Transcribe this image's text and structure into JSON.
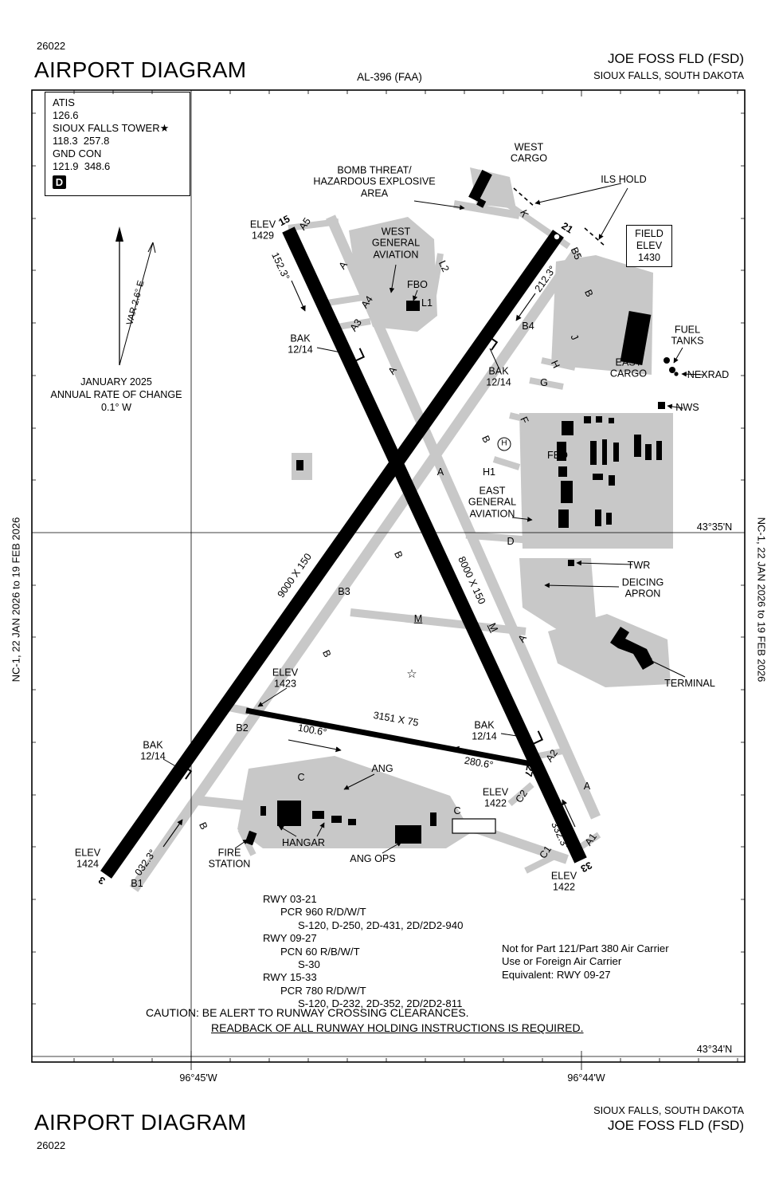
{
  "header": {
    "chart_number": "26022",
    "title": "AIRPORT DIAGRAM",
    "procedure_id": "AL-396 (FAA)",
    "airport_name": "JOE FOSS FLD (FSD)",
    "city": "SIOUX FALLS, SOUTH DAKOTA"
  },
  "footer": {
    "title": "AIRPORT DIAGRAM",
    "chart_number": "26022",
    "city": "SIOUX FALLS, SOUTH DAKOTA",
    "airport_name": "JOE FOSS FLD (FSD)"
  },
  "margins": {
    "left_edition": "NC-1,  22 JAN 2026  to  19 FEB 2026",
    "right_edition": "NC-1,  22 JAN 2026  to  19 FEB 2026"
  },
  "comm_box": {
    "atis_label": "ATIS",
    "atis_freq": "126.6",
    "tower_label": "SIOUX FALLS TOWER★",
    "tower_freqs": "118.3  257.8",
    "gnd_label": "GND CON",
    "gnd_freqs": "121.9  348.6",
    "atis_letter": "D"
  },
  "compass": {
    "variation": "VAR 2.6° E",
    "date": "JANUARY 2025",
    "rate_line1": "ANNUAL RATE OF CHANGE",
    "rate_line2": "0.1° W"
  },
  "field_elev_box": "FIELD\nELEV\n1430",
  "coordinates": {
    "lat_43_35": "43°35'N",
    "lat_43_34": "43°34'N",
    "lon_96_45": "96°45'W",
    "lon_96_44": "96°44'W"
  },
  "runways": {
    "rwy15": "15",
    "rwy33": "33",
    "rwy21": "21",
    "rwy3": "3",
    "rwy27": "27",
    "hdg_152": "152.3°",
    "hdg_332": "332.3°",
    "hdg_212": "212.3°",
    "hdg_032": "032.3°",
    "hdg_100": "100.6°",
    "hdg_280": "280.6°",
    "dim_9000": "9000 X 150",
    "dim_8000": "8000 X 150",
    "dim_3151": "3151 X 75",
    "elev_1429": "ELEV\n1429",
    "elev_1423": "ELEV\n1423",
    "elev_1424": "ELEV\n1424",
    "elev_1422": "ELEV\n1422"
  },
  "annotations": {
    "west_cargo": "WEST\nCARGO",
    "ils_hold": "ILS HOLD",
    "bomb_threat": "BOMB THREAT/\nHAZARDOUS EXPLOSIVE\nAREA",
    "west_ga": "WEST\nGENERAL\nAVIATION",
    "fbo": "FBO",
    "fuel_tanks": "FUEL\nTANKS",
    "east_cargo": "EAST\nCARGO",
    "nexrad": "NEXRAD",
    "nws": "NWS",
    "east_ga": "EAST\nGENERAL\nAVIATION",
    "twr": "TWR",
    "deicing": "DEICING\nAPRON",
    "terminal": "TERMINAL",
    "ang": "ANG",
    "hangar": "HANGAR",
    "ang_ops": "ANG OPS",
    "fire_station": "FIRE\nSTATION",
    "bak": "BAK\n12/14",
    "helipad_h": "H",
    "h1": "H1",
    "star": "☆"
  },
  "taxiway_labels": {
    "a5": "A5",
    "a_1": "A",
    "a4": "A4",
    "a3": "A3",
    "a_2": "A",
    "l2": "L2",
    "l1": "L1",
    "k": "K",
    "b5": "B5",
    "b_1": "B",
    "b4": "B4",
    "j": "J",
    "h": "H",
    "g": "G",
    "f": "F",
    "b_2": "B",
    "a_3": "A",
    "d": "D",
    "b_3": "B",
    "b3": "B3",
    "m_1": "M",
    "m_2": "M",
    "a_4": "A",
    "b_4": "B",
    "b2": "B2",
    "b_5": "B",
    "b1": "B1",
    "a2": "A2",
    "a_5": "A",
    "c2": "C2",
    "c1": "C1",
    "a1": "A1",
    "c_1": "C",
    "c_2": "C"
  },
  "notes": {
    "rwy_info": "RWY 03-21\n      PCR 960 R/D/W/T\n            S-120, D-250, 2D-431, 2D/2D2-940\nRWY 09-27\n      PCN 60 R/B/W/T\n            S-30\nRWY 15-33\n      PCR 780 R/D/W/T\n            S-120, D-232, 2D-352, 2D/2D2-811",
    "not_for": "Not for Part 121/Part 380 Air Carrier\nUse or Foreign Air Carrier\nEquivalent: RWY 09-27",
    "caution_line1": "CAUTION: BE ALERT TO RUNWAY CROSSING CLEARANCES.",
    "caution_line2": "READBACK OF ALL RUNWAY HOLDING INSTRUCTIONS IS REQUIRED."
  }
}
